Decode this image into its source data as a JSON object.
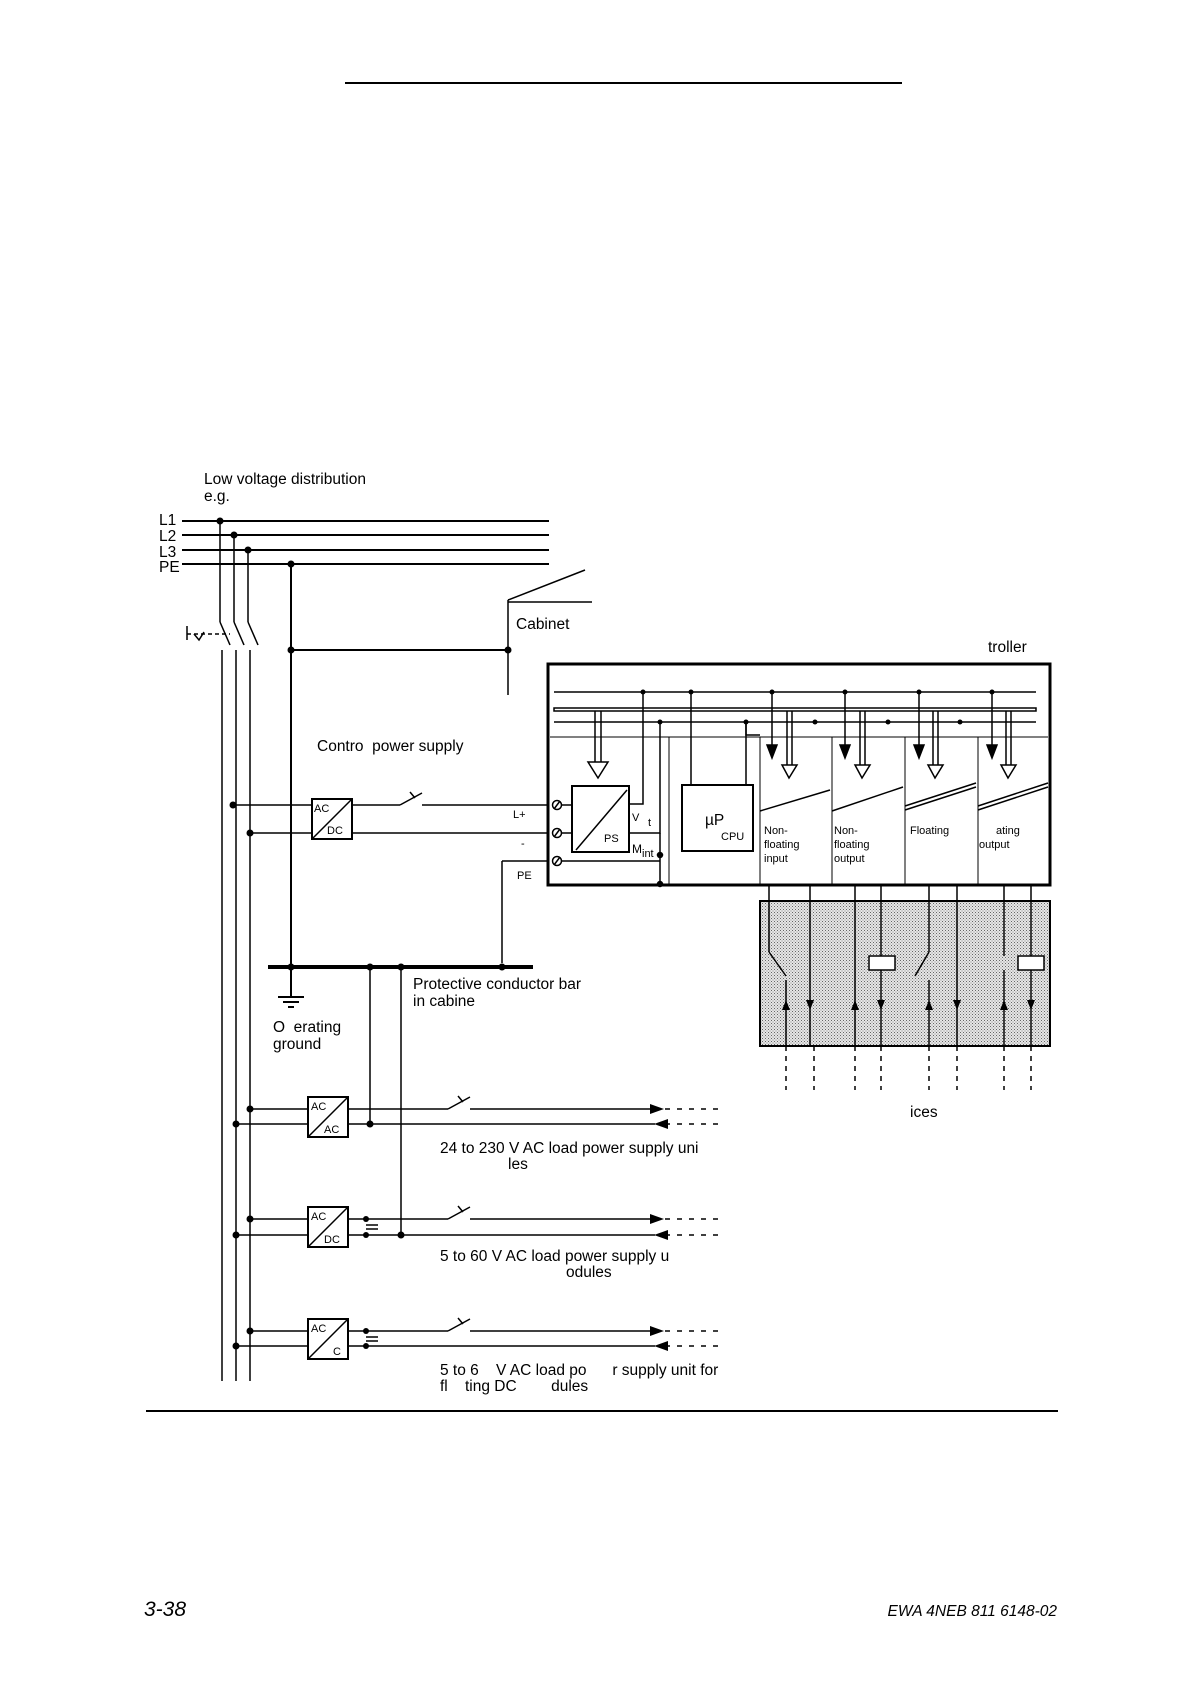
{
  "texts": {
    "low_voltage_1": "Low voltage distribution",
    "low_voltage_2": "e.g.",
    "l1": "L1",
    "l2": "L2",
    "l3": "L3",
    "pe": "PE",
    "cabinet": "Cabinet",
    "controller": "troller",
    "control_power_supply": "Contro  power supply",
    "ac_top": "AC",
    "dc_bot": "DC",
    "l_plus": "L+",
    "minus": "-",
    "pe_term": "PE",
    "ps": "PS",
    "v": "V",
    "t": "t",
    "m": "M",
    "int": "int",
    "mu_p": "µP",
    "cpu": "CPU",
    "mod1_1": "Non-",
    "mod1_2": "floating",
    "mod1_3": "input",
    "mod2_1": "Non-",
    "mod2_2": "floating",
    "mod2_3": "output",
    "mod3_1": "Floating",
    "mod4_1": "ating",
    "mod4_2": "output",
    "protective_bar_1": "Protective conductor bar",
    "protective_bar_2": "in cabine",
    "op_ground_1": "O  erating",
    "op_ground_2": "ground",
    "devices": "ices",
    "psu1_a": "AC",
    "psu1_b": "AC",
    "psu1_label_1": "24 to 230 V AC load power supply uni",
    "psu1_label_2": "les",
    "psu2_a": "AC",
    "psu2_b": "DC",
    "psu2_label_1": "5 to 60 V AC load power supply u",
    "psu2_label_2": "odules",
    "psu3_a": "AC",
    "psu3_b": "C",
    "psu3_label_1": "5 to 6    V AC load po      r supply unit for",
    "psu3_label_2": "fl    ting DC        dules"
  },
  "footer": {
    "page_number": "3-38",
    "doc_code": "EWA 4NEB 811 6148-02"
  }
}
